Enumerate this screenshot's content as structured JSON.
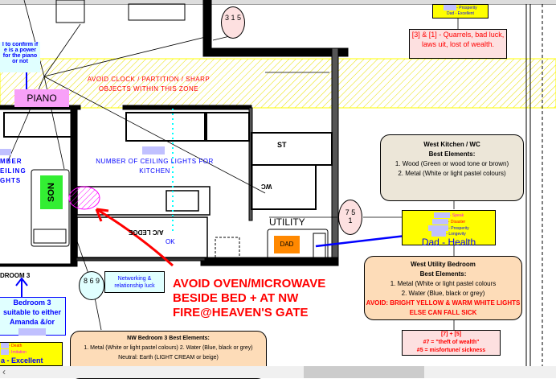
{
  "piano_note": "l to confirm if e is a power for the piano or not",
  "piano": "PIANO",
  "zone_warning": "AVOID CLOCK / PARTITION / SHARP OBJECTS WITHIN THIS ZONE",
  "circle_315": "3 1 5",
  "circle_751": "7 5 1",
  "circle_869": "8 6 9",
  "top_small": {
    "l1": "- Prosperity",
    "l2": "Dad - Excellent"
  },
  "quarrels": "[3] & [1] - Quarrels, bad luck, laws uit, lost of wealth.",
  "ceiling_left": "MBER EILING GHTS",
  "ceiling_kitchen": "NUMBER OF CEILING LIGHTS FOR KITCHEN",
  "son": "SON",
  "ok": "OK",
  "ledge": "A/C LEDGE",
  "st": "ST",
  "wc": "WC",
  "utility": "UTILITY",
  "dad": "DAD",
  "west_kitchen": {
    "title": "West Kitchen / WC",
    "sub": "Best Elements:",
    "l1": "1. Wood (Green or wood tone or brown)",
    "l2": "2. Metal (White or light pastel colours)"
  },
  "dad_box": {
    "l1": "- Speak",
    "l2": "- Disaster",
    "l3": "- Prosperity",
    "l4": "- Longevity",
    "main": "Dad - Health"
  },
  "west_utility": {
    "title": "West Utility Bedroom",
    "sub": "Best Elements:",
    "l1": "1. Metal (White or light pastel colours",
    "l2": "2. Water (Blue, black or grey)",
    "avoid": "AVOID: BRIGHT YELLOW & WARM WHITE LIGHTS ELSE CAN FALL SICK"
  },
  "theft": {
    "l1": "[7] + [5]",
    "l2": "#7 = \"theft of wealth\"",
    "l3": "#5 = misfortune/ sickness"
  },
  "bedroom3_label": "DROOM 3",
  "bedroom3_note": "Bedroom 3 suitable to either Amanda &/or",
  "networking": "Networking & relationship luck",
  "oven_warning": "AVOID OVEN/MICROWAVE BESIDE BED + AT NW FIRE@HEAVEN'S GATE",
  "nw_bedroom": {
    "title": "NW Bedroom 3 Best Elements:",
    "body": "1. Metal (White or light pastel colours) 2. Water (Blue, black or grey) Neutral: Earth (LIGHT CREAM or beige)"
  },
  "bottom_left": {
    "l1": "- Death",
    "l2": "- Imitation",
    "main": "a - Excellent"
  }
}
